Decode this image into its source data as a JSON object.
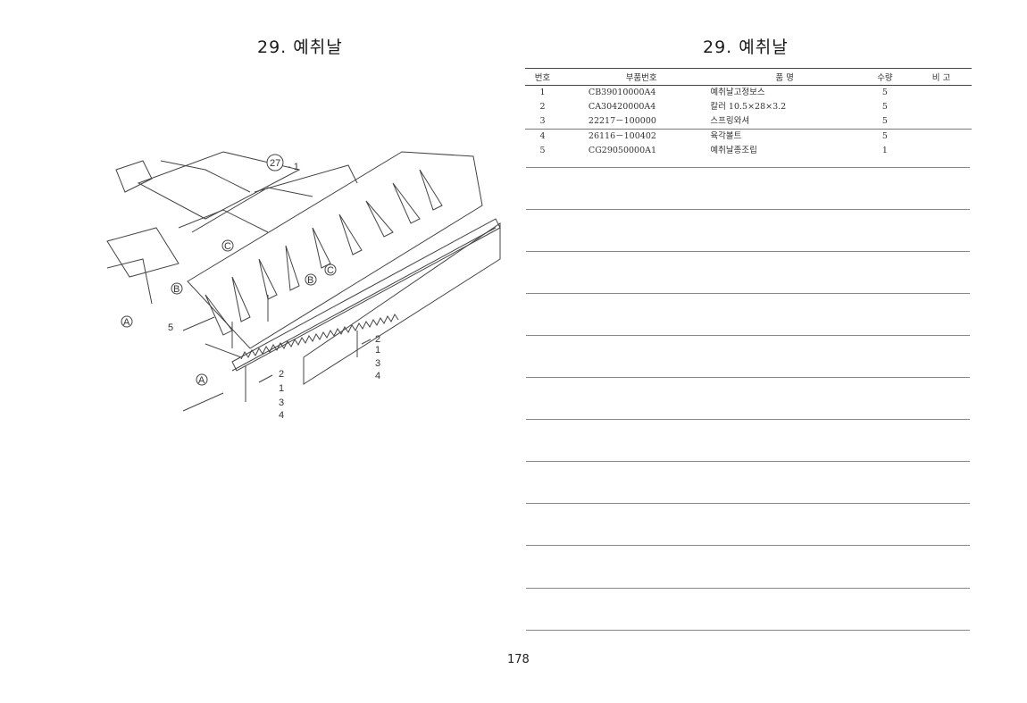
{
  "page": {
    "title_left": "29. 예취날",
    "title_right": "29. 예취날",
    "page_number": "178"
  },
  "diagram": {
    "callouts": {
      "ref_27": "27",
      "ref_27_suffix": "- 1",
      "circle_a": "A",
      "circle_b": "B",
      "circle_c": "C",
      "item_5": "5",
      "item_2": "2",
      "item_1": "1",
      "item_3": "3",
      "item_4": "4"
    }
  },
  "table": {
    "headers": {
      "no": "번호",
      "part_no": "부품번호",
      "name": "품 명",
      "qty": "수량",
      "note": "비 고"
    },
    "rows": [
      {
        "no": "1",
        "part_no": "CB39010000A4",
        "name": "예취날고정보스",
        "qty": "5",
        "note": ""
      },
      {
        "no": "2",
        "part_no": "CA30420000A4",
        "name": "칼러 10.5×28×3.2",
        "qty": "5",
        "note": ""
      },
      {
        "no": "3",
        "part_no": "22217－100000",
        "name": "스프링와셔",
        "qty": "5",
        "note": ""
      },
      {
        "no": "4",
        "part_no": "26116－100402",
        "name": "육각볼트",
        "qty": "5",
        "note": ""
      },
      {
        "no": "5",
        "part_no": "CG29050000A1",
        "name": "예취날종조립",
        "qty": "1",
        "note": ""
      }
    ]
  }
}
